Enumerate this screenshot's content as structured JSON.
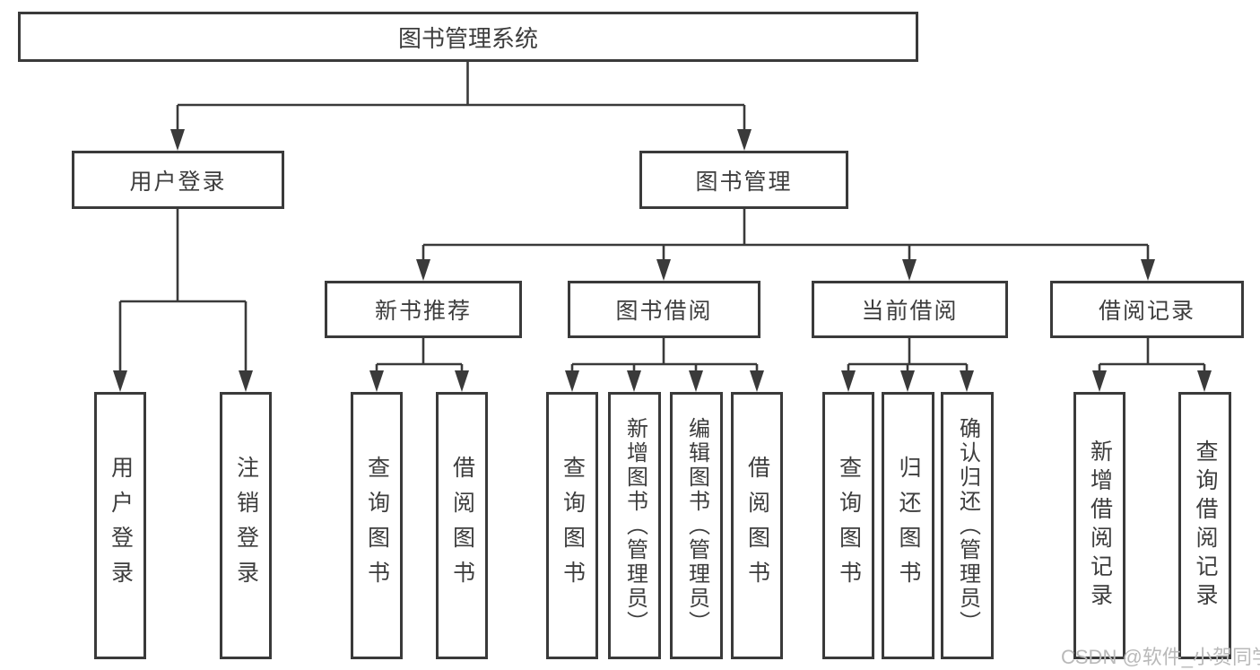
{
  "diagram": {
    "title": "图书管理系统",
    "level2": [
      {
        "label": "用户登录"
      },
      {
        "label": "图书管理"
      }
    ],
    "level3": [
      {
        "label": "新书推荐"
      },
      {
        "label": "图书借阅"
      },
      {
        "label": "当前借阅"
      },
      {
        "label": "借阅记录"
      }
    ],
    "leaves": [
      {
        "label": "用户登录"
      },
      {
        "label": "注销登录"
      },
      {
        "label": "查询图书"
      },
      {
        "label": "借阅图书"
      },
      {
        "label": "查询图书"
      },
      {
        "label": "新增图书（管理员）"
      },
      {
        "label": "编辑图书（管理员）"
      },
      {
        "label": "借阅图书"
      },
      {
        "label": "查询图书"
      },
      {
        "label": "归还图书"
      },
      {
        "label": "确认归还（管理员）"
      },
      {
        "label": "新增借阅记录"
      },
      {
        "label": "查询借阅记录"
      }
    ],
    "watermark": "CSDN @软件_小贺同学",
    "colors": {
      "line": "#3a3a3a",
      "text": "#3d3d3d",
      "watermark": "#b9b9b9",
      "background": "#ffffff"
    }
  }
}
